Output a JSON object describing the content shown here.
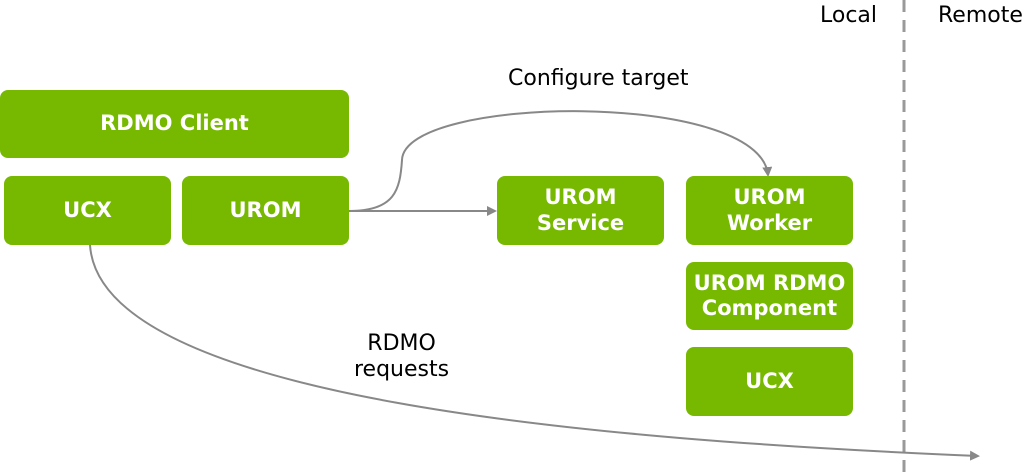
{
  "zones": {
    "local_label": "Local",
    "remote_label": "Remote"
  },
  "local_stack": {
    "client": "RDMO Client",
    "ucx": "UCX",
    "urom": "UROM"
  },
  "service": {
    "label": "UROM\nService"
  },
  "remote_stack": {
    "worker": "UROM\nWorker",
    "rdmo_component": "UROM RDMO\nComponent",
    "ucx": "UCX"
  },
  "edges": {
    "configure_target": "Configure target",
    "rdmo_requests": "RDMO\nrequests"
  },
  "colors": {
    "box_fill": "#76b900",
    "box_text": "#ffffff",
    "arrow": "#888888",
    "divider": "#999999"
  }
}
